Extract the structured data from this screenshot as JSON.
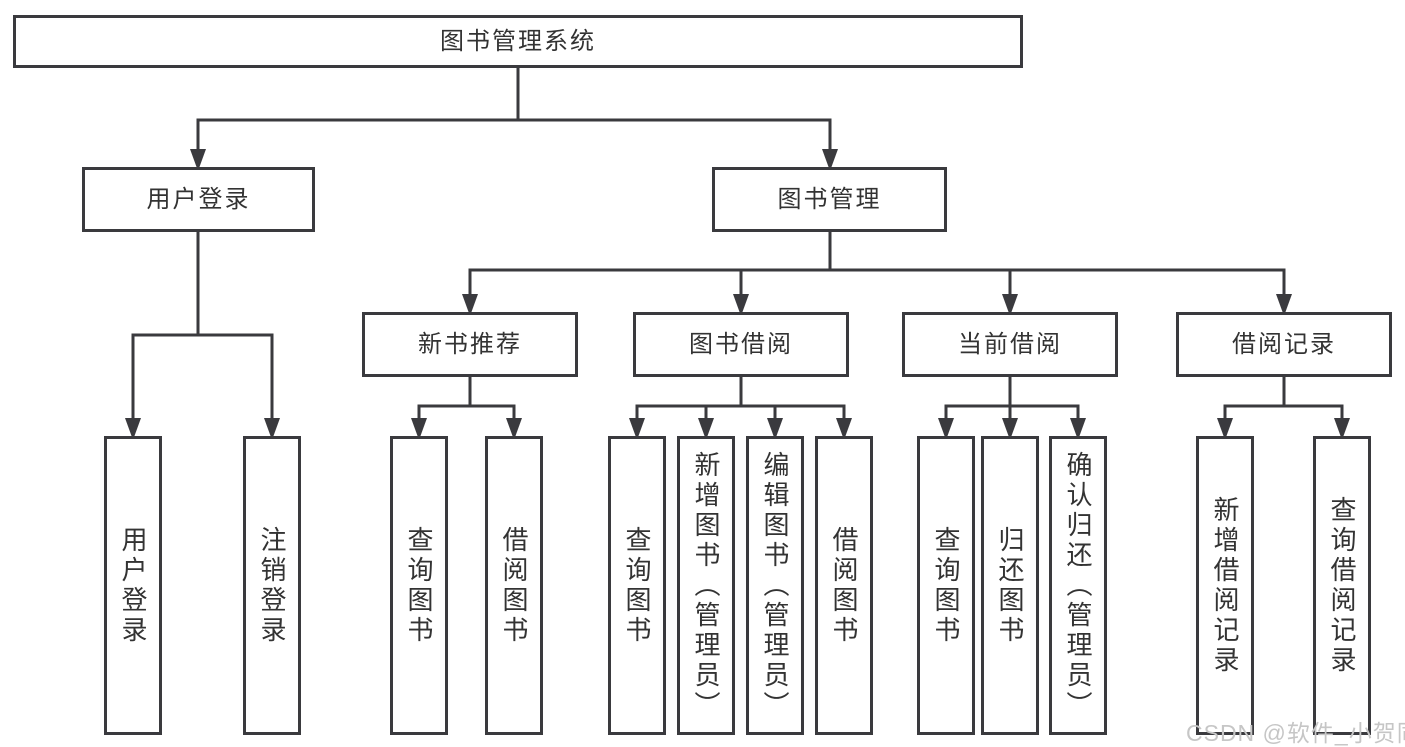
{
  "tree": {
    "root": "图书管理系统",
    "children": [
      {
        "label": "用户登录",
        "children": [
          "用户登录",
          "注销登录"
        ]
      },
      {
        "label": "图书管理",
        "children": [
          {
            "label": "新书推荐",
            "children": [
              "查询图书",
              "借阅图书"
            ]
          },
          {
            "label": "图书借阅",
            "children": [
              "查询图书",
              "新增图书（管理员）",
              "编辑图书（管理员）",
              "借阅图书"
            ]
          },
          {
            "label": "当前借阅",
            "children": [
              "查询图书",
              "归还图书",
              "确认归还（管理员）"
            ]
          },
          {
            "label": "借阅记录",
            "children": [
              "新增借阅记录",
              "查询借阅记录"
            ]
          }
        ]
      }
    ]
  },
  "watermark": {
    "text": "CSDN @软件_小贺同学"
  },
  "colors": {
    "line": "#3a3a3e",
    "text": "#333333",
    "watermark": "#c6c6c6",
    "background": "#ffffff"
  }
}
